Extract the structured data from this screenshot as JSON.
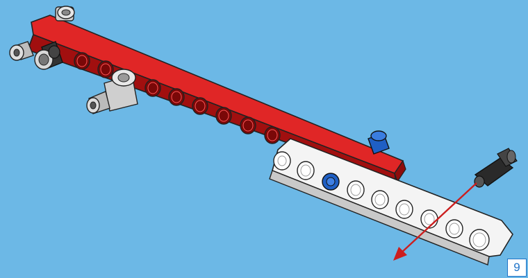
{
  "step": {
    "number": "9"
  },
  "colors": {
    "background": "#6cb8e6",
    "red_beam": "#d51a1a",
    "white_beam": "#f2f2f2",
    "blue_pin": "#1f5fc4",
    "grey_parts": "#bdbdbd",
    "black_pin": "#2a2a2a",
    "arrow": "#cc1e1e",
    "step_box_border": "#1e73c8"
  },
  "icons": {
    "red_beam": "red-technic-beam",
    "white_beam": "white-technic-beam",
    "arrow": "assembly-direction-arrow"
  }
}
